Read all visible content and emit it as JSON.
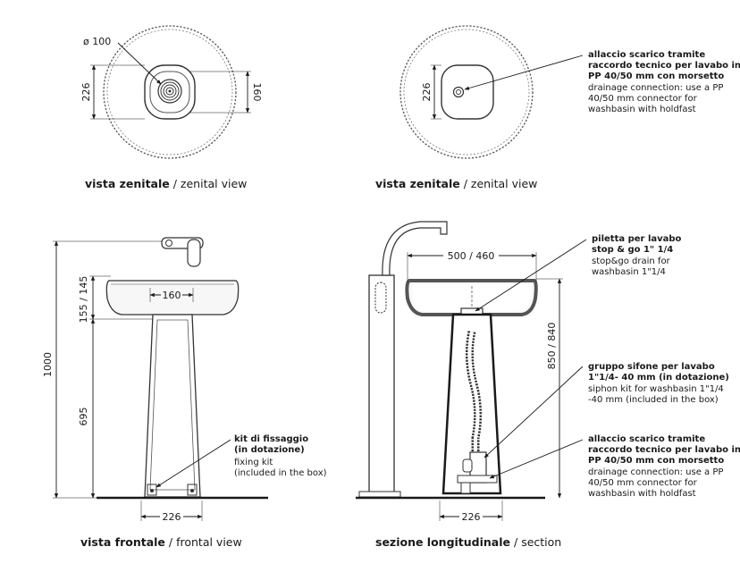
{
  "zenital_left": {
    "dim_diameter": "ø 100",
    "dim_width": "226",
    "dim_depth": "160"
  },
  "zenital_right": {
    "dim_width": "226",
    "callout": {
      "it_lines": [
        "allaccio scarico tramite",
        "raccordo tecnico per lavabo in",
        "PP 40/50 mm con morsetto"
      ],
      "en_lines": [
        "drainage connection: use a PP",
        "40/50 mm connector for",
        "washbasin with holdfast"
      ]
    }
  },
  "front": {
    "dim_basin_height": "155 / 145",
    "dim_basin_width": "160",
    "dim_total_height": "1000",
    "dim_column_height": "695",
    "dim_base": "226",
    "callout": {
      "it_lines": [
        "kit di fissaggio",
        "(in dotazione)"
      ],
      "en_lines": [
        "fixing kit",
        "(included in the box)"
      ]
    }
  },
  "section": {
    "dim_width": "500 / 460",
    "dim_height": "850 / 840",
    "dim_base": "226",
    "callout_drain": {
      "it_lines": [
        "piletta per lavabo",
        "stop & go 1\" 1/4"
      ],
      "en_lines": [
        "stop&go drain for",
        "washbasin 1\"1/4"
      ]
    },
    "callout_siphon": {
      "it_lines": [
        "gruppo sifone per lavabo",
        "1\"1/4- 40 mm (in dotazione)"
      ],
      "en_lines": [
        "siphon kit for washbasin 1\"1/4",
        "-40 mm (included in the box)"
      ]
    },
    "callout_connection": {
      "it_lines": [
        "allaccio scarico tramite",
        "raccordo tecnico per lavabo in",
        "PP 40/50 mm con morsetto"
      ],
      "en_lines": [
        "drainage connection: use a PP",
        "40/50 mm connector for",
        "washbasin with holdfast"
      ]
    }
  },
  "captions": {
    "zenital_left": {
      "it": "vista zenitale",
      "sep": " / ",
      "en": "zenital view"
    },
    "zenital_right": {
      "it": "vista zenitale",
      "sep": " / ",
      "en": "zenital view"
    },
    "front": {
      "it": "vista frontale",
      "sep": " / ",
      "en": "frontal view"
    },
    "section": {
      "it": "sezione longitudinale",
      "sep": " / ",
      "en": "section"
    }
  }
}
